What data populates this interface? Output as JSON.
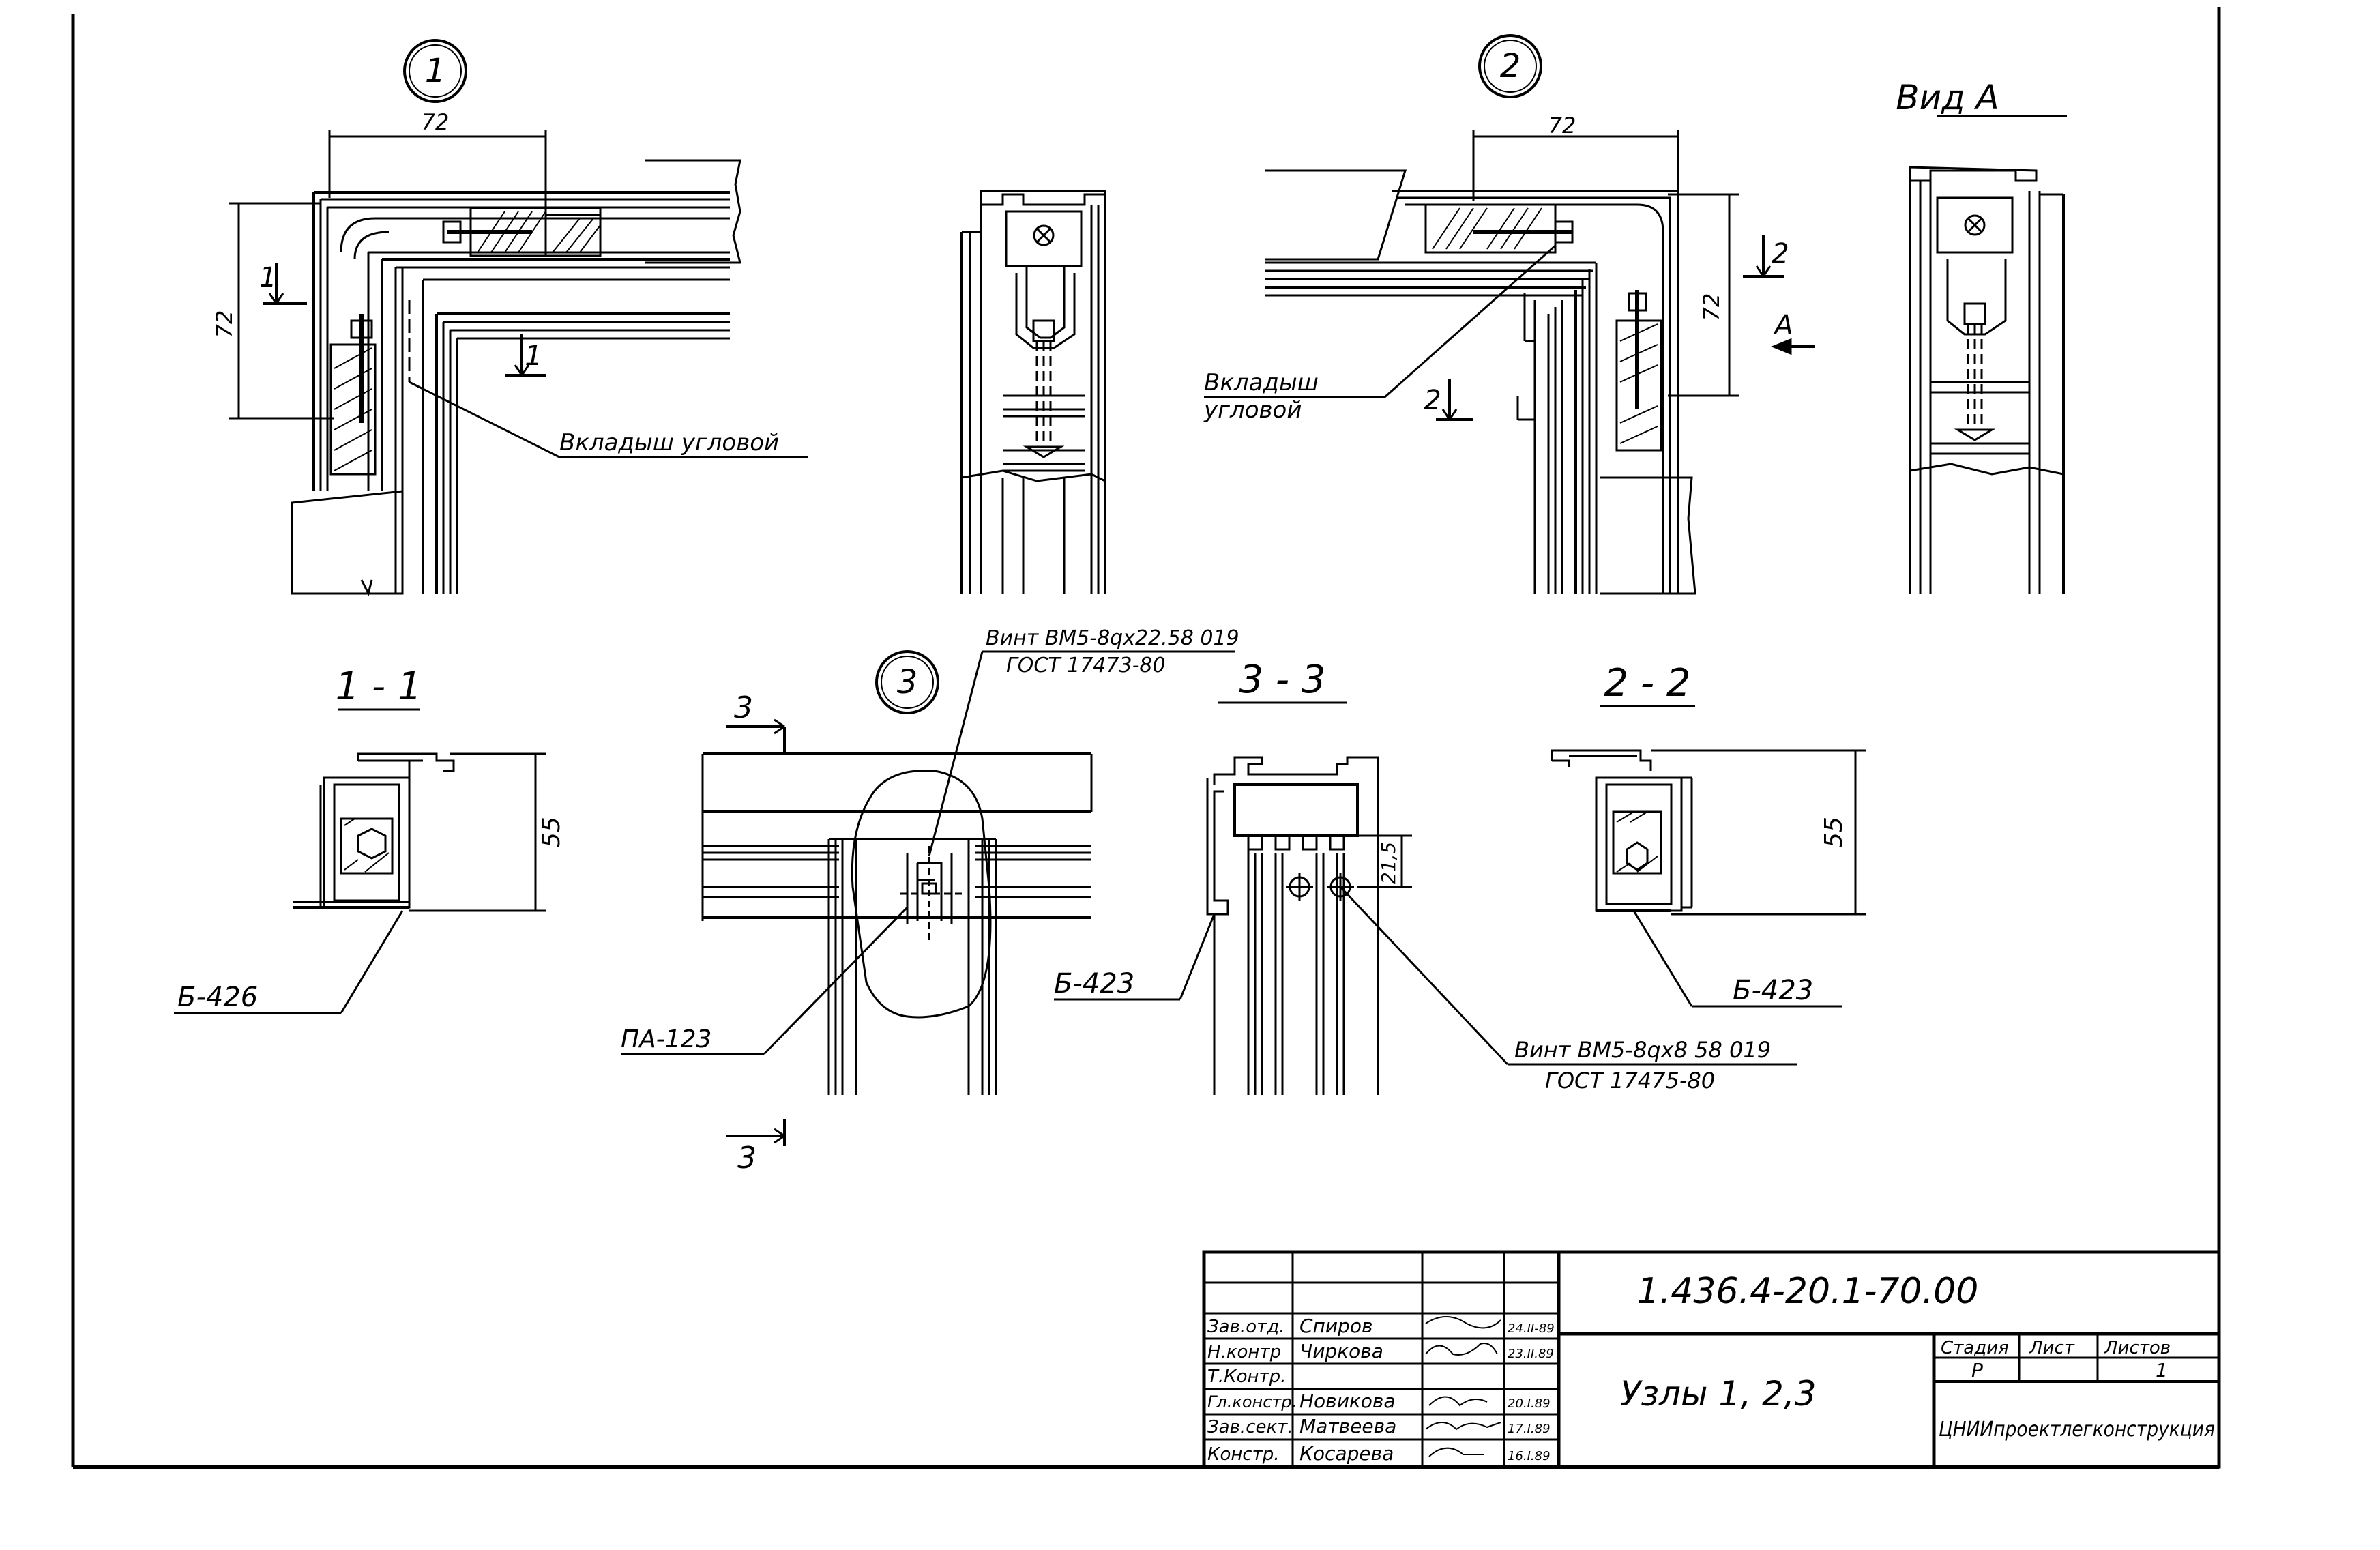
{
  "nodes": {
    "node1": "1",
    "node2": "2",
    "node3": "3",
    "view_a": "Вид  А"
  },
  "dimensions": {
    "d72_top1": "72",
    "d72_left1": "72",
    "d72_top2": "72",
    "d72_right2": "72",
    "d55_sec11": "55",
    "d55_sec22": "55",
    "d21_5": "21,5"
  },
  "section_marks": {
    "m1_a": "1",
    "m1_b": "1",
    "m2_a": "2",
    "m2_b": "2",
    "arrow_a": "А",
    "m3_top": "3",
    "m3_bottom": "3"
  },
  "section_titles": {
    "s11": "1 - 1",
    "s33": "3 - 3",
    "s22": "2 - 2"
  },
  "labels": {
    "insert1": "Вкладыш  угловой",
    "insert2_line1": "Вкладыш",
    "insert2_line2": "угловой",
    "screw1_line1": "Винт ВМ5-8qх22.58 019",
    "screw1_line2": "ГОСТ 17473-80",
    "screw2_line1": "Винт ВМ5-8qх8 58 019",
    "screw2_line2": "ГОСТ 17475-80",
    "b426": "Б-426",
    "pa123": "ПА-123",
    "b423_left": "Б-423",
    "b423_right": "Б-423"
  },
  "title_block": {
    "doc_number": "1.436.4-20.1-70.00",
    "sheet_title": "Узлы 1, 2,3",
    "stage_header": "Стадия",
    "sheet_header": "Лист",
    "sheets_header": "Листов",
    "stage_value": "Р",
    "sheet_value": "",
    "sheets_value": "1",
    "organization": "ЦНИИпроектлегконструкция",
    "signatures": [
      {
        "role": "Зав.отд.",
        "name": "Спиров",
        "date": "24.II-89"
      },
      {
        "role": "Н.контр",
        "name": "Чиркова",
        "date": "23.II.89"
      },
      {
        "role": "Т.Контр.",
        "name": "",
        "date": ""
      },
      {
        "role": "Гл.констр.",
        "name": "Новикова",
        "date": "20.I.89"
      },
      {
        "role": "Зав.сект.",
        "name": "Матвеева",
        "date": "17.I.89"
      },
      {
        "role": "Констр.",
        "name": "Косарева",
        "date": "16.I.89"
      }
    ]
  }
}
